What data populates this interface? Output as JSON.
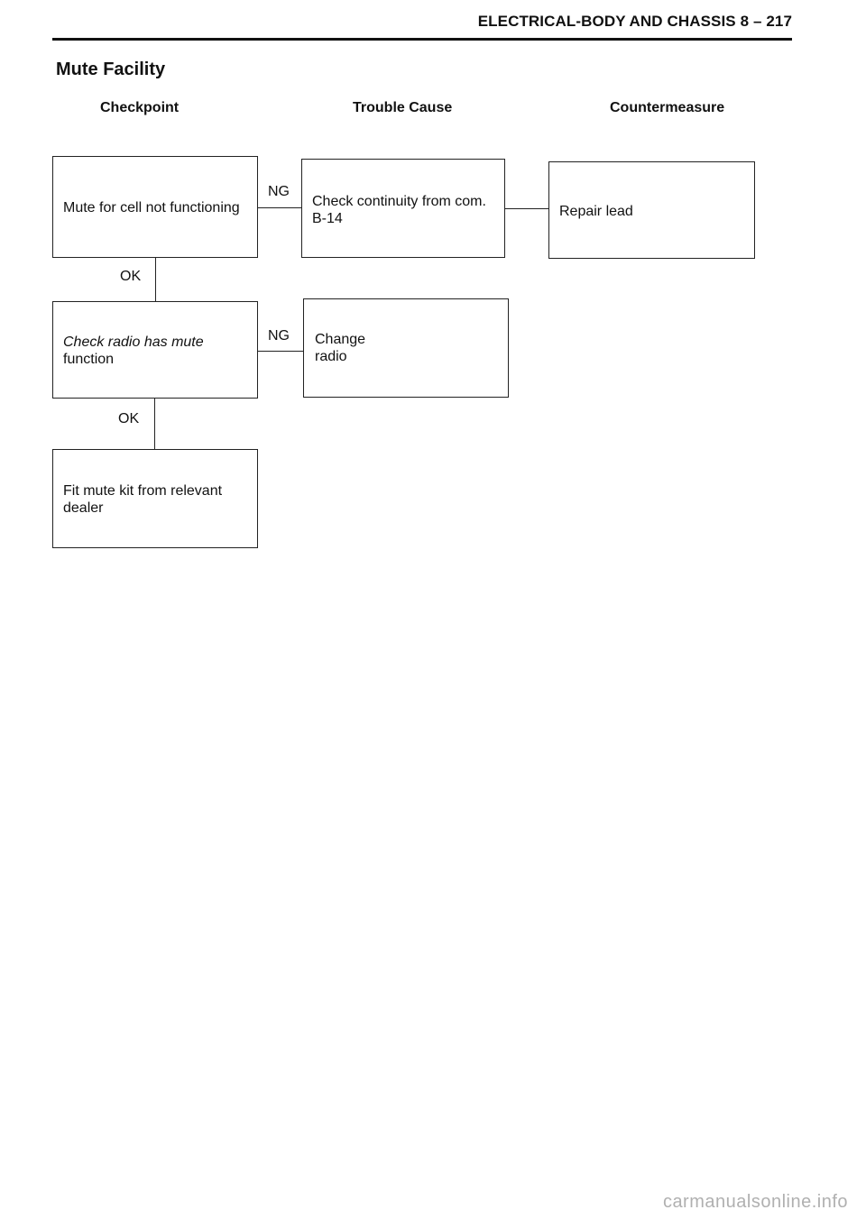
{
  "header": {
    "section_title": "ELECTRICAL-BODY AND CHASSIS 8 – 217"
  },
  "page_title": "Mute Facility",
  "columns": {
    "checkpoint": "Checkpoint",
    "trouble_cause": "Trouble Cause",
    "countermeasure": "Countermeasure"
  },
  "flow": {
    "check1": {
      "text": "Mute for cell not functioning",
      "ng_label": "NG",
      "ok_label": "OK"
    },
    "cause1": {
      "line1": "Check continuity from com.",
      "line2": "B-14"
    },
    "measure1": {
      "text": "Repair lead"
    },
    "check2": {
      "line1": "Check radio has mute",
      "line2": "function",
      "ng_label": "NG",
      "ok_label": "OK"
    },
    "cause2": {
      "line1": "Change",
      "line2": "radio"
    },
    "check3": {
      "line1": "Fit mute kit from relevant",
      "line2": "dealer"
    }
  },
  "footer": {
    "watermark": "carmanualsonline.info"
  }
}
